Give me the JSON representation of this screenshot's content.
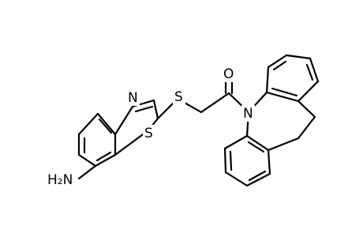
{
  "colors": {
    "background": "#ffffff",
    "bond": "#000000",
    "atom": "#000000"
  },
  "atoms": {
    "amine_label": "H₂N",
    "thiazole_nitrogen": "N",
    "thiazole_sulfur": "S",
    "thioether_sulfur": "S",
    "carbonyl_oxygen": "O",
    "azepine_nitrogen": "N"
  }
}
